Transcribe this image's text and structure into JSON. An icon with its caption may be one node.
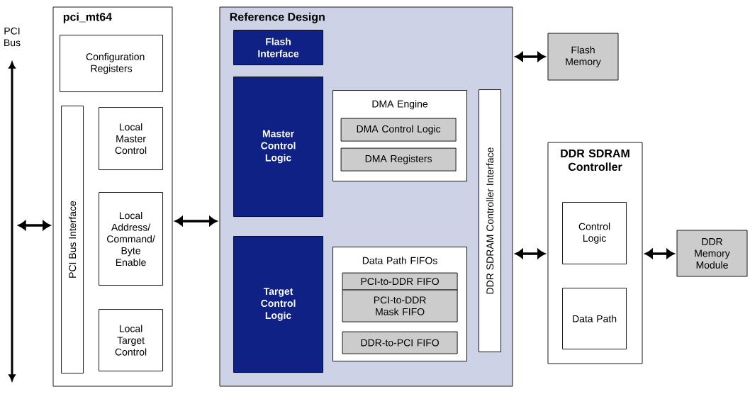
{
  "diagram": {
    "nodes": [
      {
        "text": [],
        "shape": "bar",
        "beside": [
          "PCI Bus"
        ]
      },
      {
        "text": [
          "pci_mt64"
        ]
      },
      {
        "text": [
          "Configuration Registers"
        ],
        "in": 1
      },
      {
        "text": [
          "PCI Bus Interface"
        ],
        "in": 1
      },
      {
        "text": [
          "Local Master Control"
        ],
        "in": 1
      },
      {
        "text": [
          "Local Address/ Command/ Byte Enable"
        ],
        "in": 1
      },
      {
        "text": [
          "Local Target Control"
        ],
        "in": 1
      },
      {
        "text": [
          "Reference Design"
        ]
      },
      {
        "text": [
          "Flash Interface"
        ],
        "in": 7
      },
      {
        "text": [
          "Master Control Logic"
        ],
        "in": 7
      },
      {
        "text": [
          "Target Control Logic"
        ],
        "in": 7
      },
      {
        "text": [
          "DMA Engine"
        ],
        "in": 7
      },
      {
        "text": [
          "DMA Control Logic"
        ],
        "in": 11
      },
      {
        "text": [
          "DMA Registers"
        ],
        "in": 11
      },
      {
        "text": [
          "Data Path FIFOs"
        ],
        "in": 7
      },
      {
        "text": [
          "PCI-to-DDR FIFO"
        ],
        "in": 14
      },
      {
        "text": [
          "PCI-to-DDR Mask FIFO"
        ],
        "in": 14
      },
      {
        "text": [
          "DDR-to-PCI FIFO"
        ],
        "in": 14
      },
      {
        "text": [
          "DDR SDRAM Controller Interface"
        ],
        "in": 7
      },
      {
        "text": [
          "Flash Memory"
        ]
      },
      {
        "text": [
          "DDR SDRAM Controller"
        ]
      },
      {
        "text": [
          "Control Logic"
        ],
        "in": 20
      },
      {
        "text": [
          "Data Path"
        ],
        "in": 20
      },
      {
        "text": [
          "DDR Memory Module"
        ]
      }
    ],
    "edges": [
      {
        "from": 0,
        "to": 1,
        "arrow": "both"
      },
      {
        "from": 1,
        "to": 7,
        "arrow": "both"
      },
      {
        "from": 7,
        "to": 19,
        "arrow": "both"
      },
      {
        "from": 7,
        "to": 20,
        "arrow": "both"
      },
      {
        "from": 20,
        "to": 23,
        "arrow": "both"
      }
    ]
  }
}
